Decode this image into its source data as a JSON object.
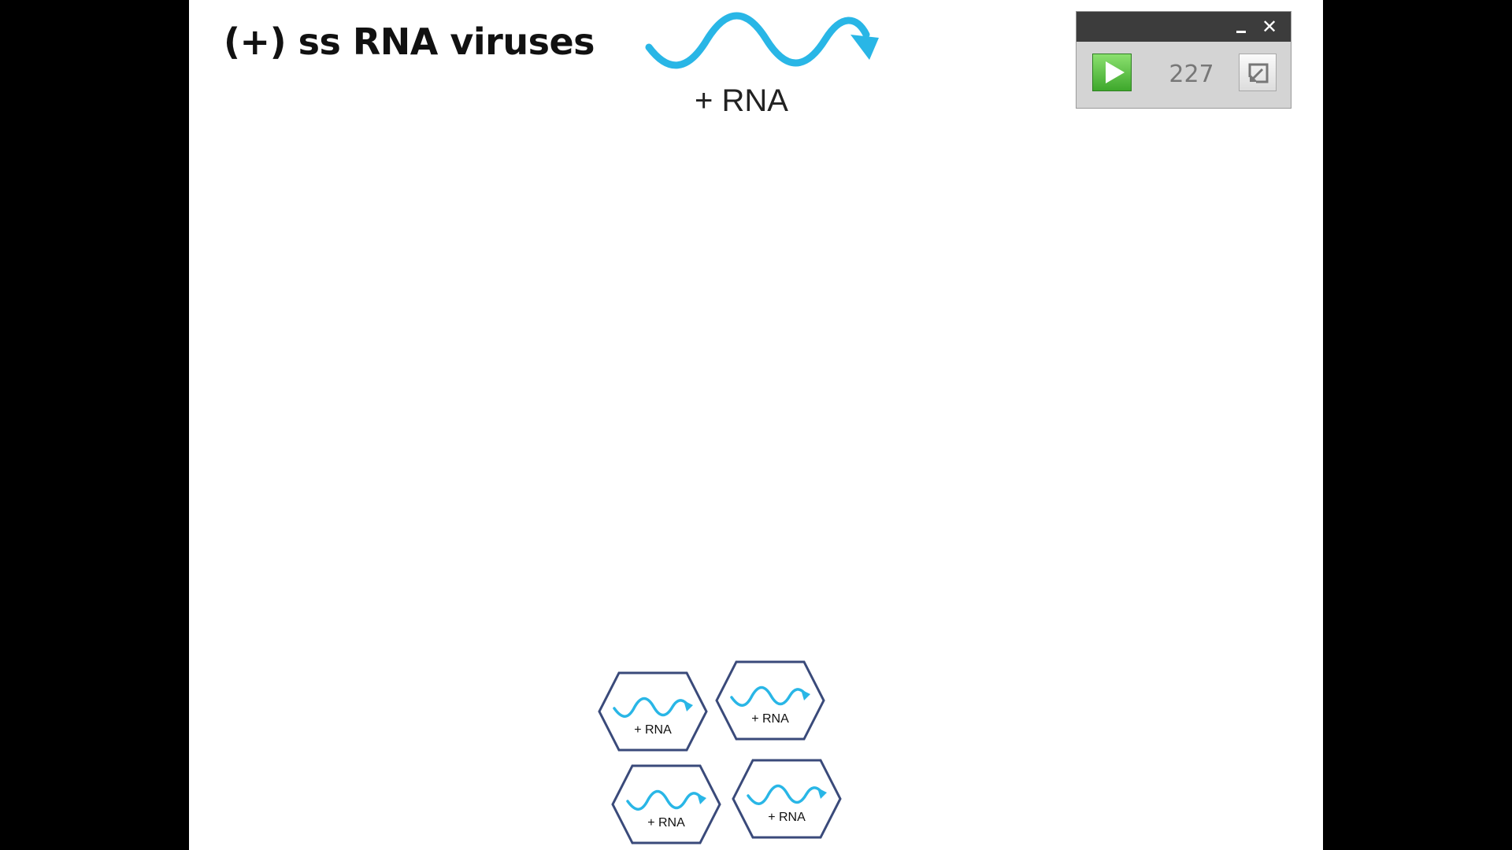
{
  "slide": {
    "title": "(+) ss RNA viruses",
    "rna_label": "+ RNA",
    "capsids": [
      {
        "label": "+ RNA"
      },
      {
        "label": "+ RNA"
      },
      {
        "label": "+ RNA"
      },
      {
        "label": "+ RNA"
      }
    ],
    "colors": {
      "rna_strand": "#29b6e6",
      "capsid_outline": "#3a4a7a",
      "background": "#ffffff"
    }
  },
  "player_widget": {
    "counter": "227",
    "icons": [
      "minimize-icon",
      "close-icon",
      "play-icon",
      "resize-icon"
    ],
    "colors": {
      "titlebar": "#3c3c3c",
      "play": "#4cbb35"
    }
  }
}
